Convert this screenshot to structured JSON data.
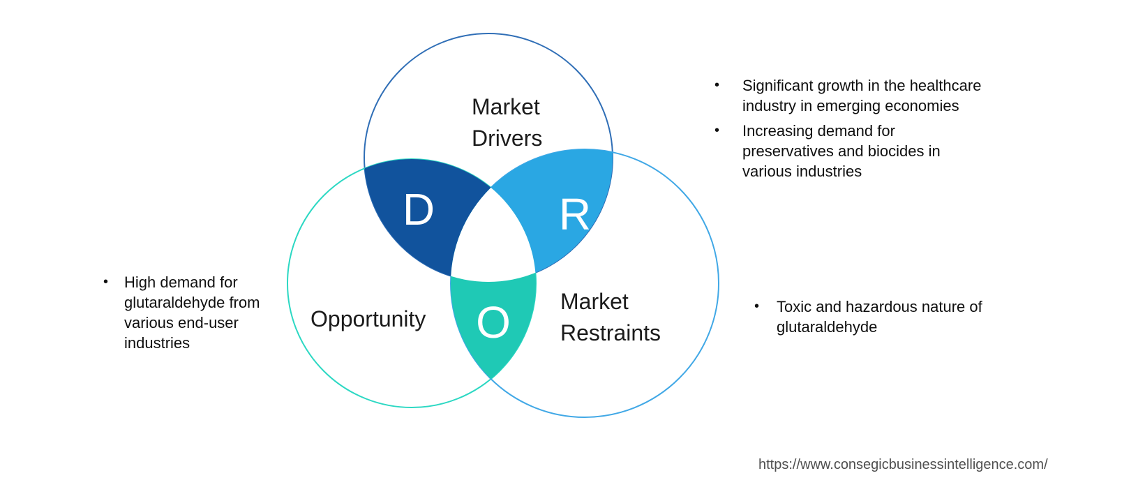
{
  "venn": {
    "drivers": {
      "label_lines": [
        "Market",
        "Drivers"
      ],
      "letter": "D"
    },
    "opportunity": {
      "label": "Opportunity",
      "letter": "O"
    },
    "restraints": {
      "label_lines": [
        "Market",
        "Restraints"
      ],
      "letter": "R"
    }
  },
  "bullets": {
    "left": [
      "High demand for glutaraldehyde from various end-user industries"
    ],
    "top_right": [
      "Significant growth in the healthcare industry in emerging economies",
      "Increasing demand for preservatives and biocides in various industries"
    ],
    "bottom_right": [
      "Toxic and hazardous nature of glutaraldehyde"
    ]
  },
  "ui": {
    "bullet_char": "•"
  },
  "colors": {
    "drivers_outline": "#2f6eb6",
    "opportunity_outline": "#2cd8c3",
    "restraints_outline": "#41a8e6",
    "drivers_opportunity_fill": "#11539d",
    "drivers_restraints_fill": "#2aa7e3",
    "opportunity_restraints_fill": "#1fc9b5",
    "center_fill": "#ffffff",
    "letter_color": "#ffffff",
    "label_text": "#1b1b1b",
    "bullet_text": "#0f0f0f",
    "url_text": "#4f4f4f"
  },
  "footer": {
    "url": "https://www.consegicbusinessintelligence.com/"
  }
}
